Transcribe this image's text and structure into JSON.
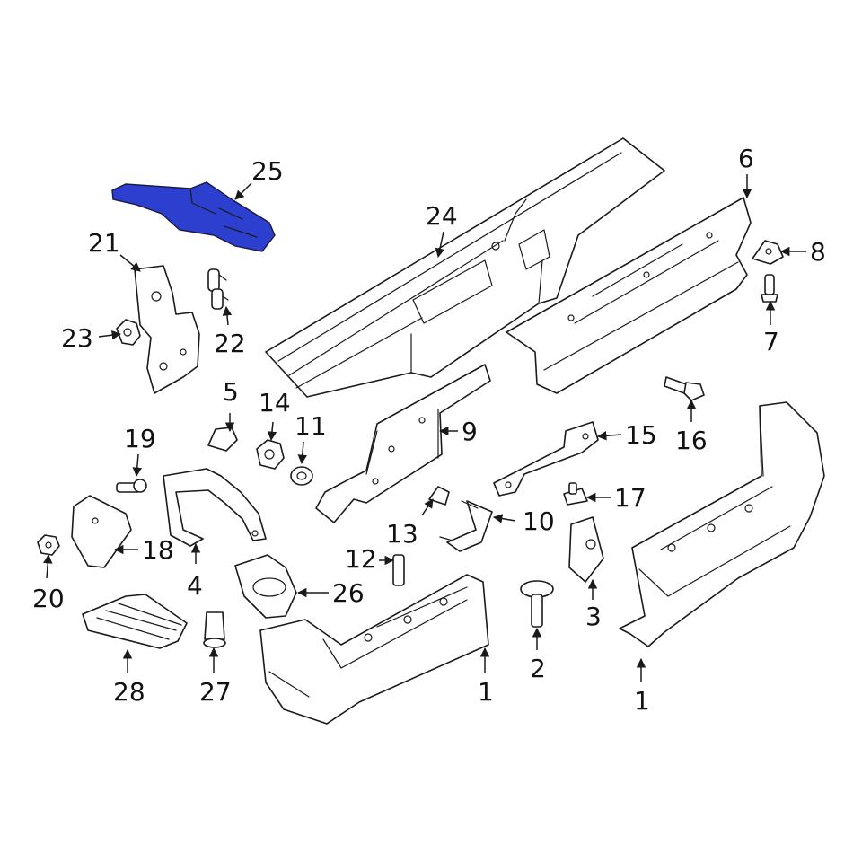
{
  "diagram": {
    "highlight_color": "#2d3fcf",
    "outline_color": "#1a1a1a",
    "highlighted_part": "25",
    "callouts": {
      "c1a": "1",
      "c1b": "1",
      "c2": "2",
      "c3": "3",
      "c4": "4",
      "c5": "5",
      "c6": "6",
      "c7": "7",
      "c8": "8",
      "c9": "9",
      "c10": "10",
      "c11": "11",
      "c12": "12",
      "c13": "13",
      "c14": "14",
      "c15": "15",
      "c16": "16",
      "c17": "17",
      "c18": "18",
      "c19": "19",
      "c20": "20",
      "c21": "21",
      "c22": "22",
      "c23": "23",
      "c24": "24",
      "c25": "25",
      "c26": "26",
      "c27": "27",
      "c28": "28"
    }
  }
}
